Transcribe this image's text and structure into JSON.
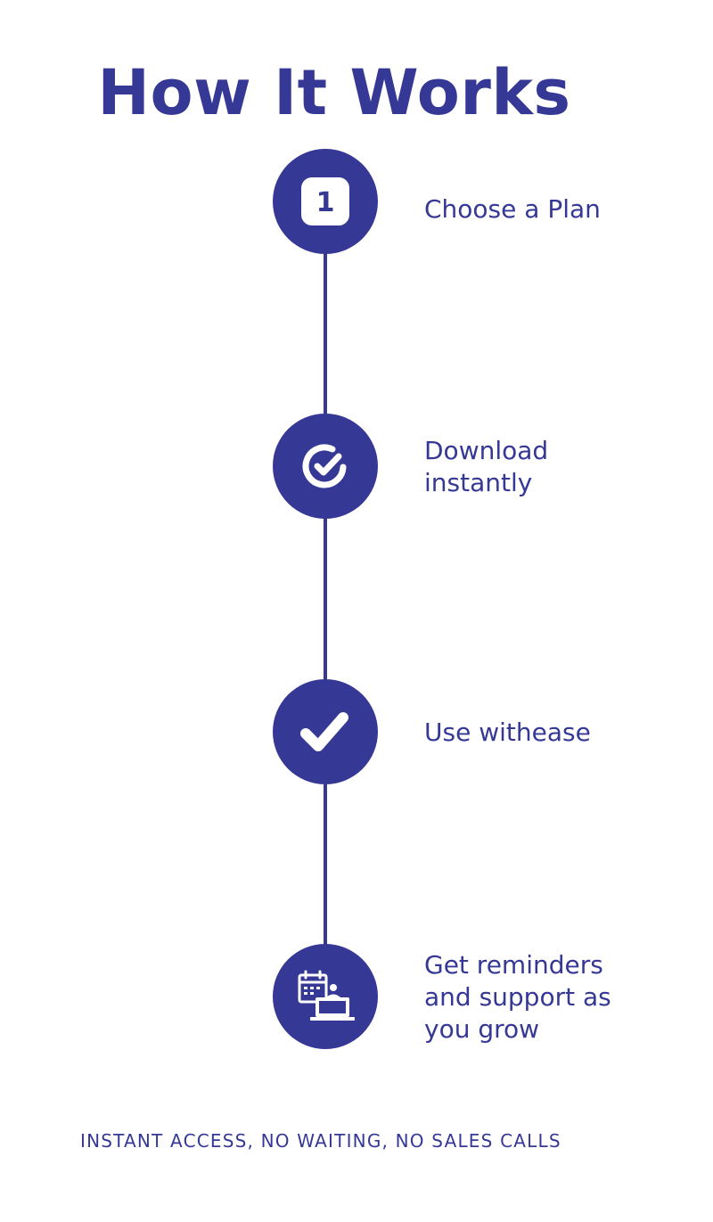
{
  "page": {
    "title": "How It Works",
    "footer": "INSTANT ACCESS, NO WAITING, NO SALES CALLS",
    "accent_color": "#363896",
    "background_color": "#ffffff"
  },
  "steps": [
    {
      "icon": "number-one-badge-icon",
      "label": "Choose a Plan"
    },
    {
      "icon": "circular-check-icon",
      "label": "Download\ninstantly"
    },
    {
      "icon": "checkmark-icon",
      "label": "Use withease"
    },
    {
      "icon": "calendar-laptop-icon",
      "label": "Get reminders\nand support as\nyou grow"
    }
  ],
  "badge": {
    "number": "1"
  }
}
